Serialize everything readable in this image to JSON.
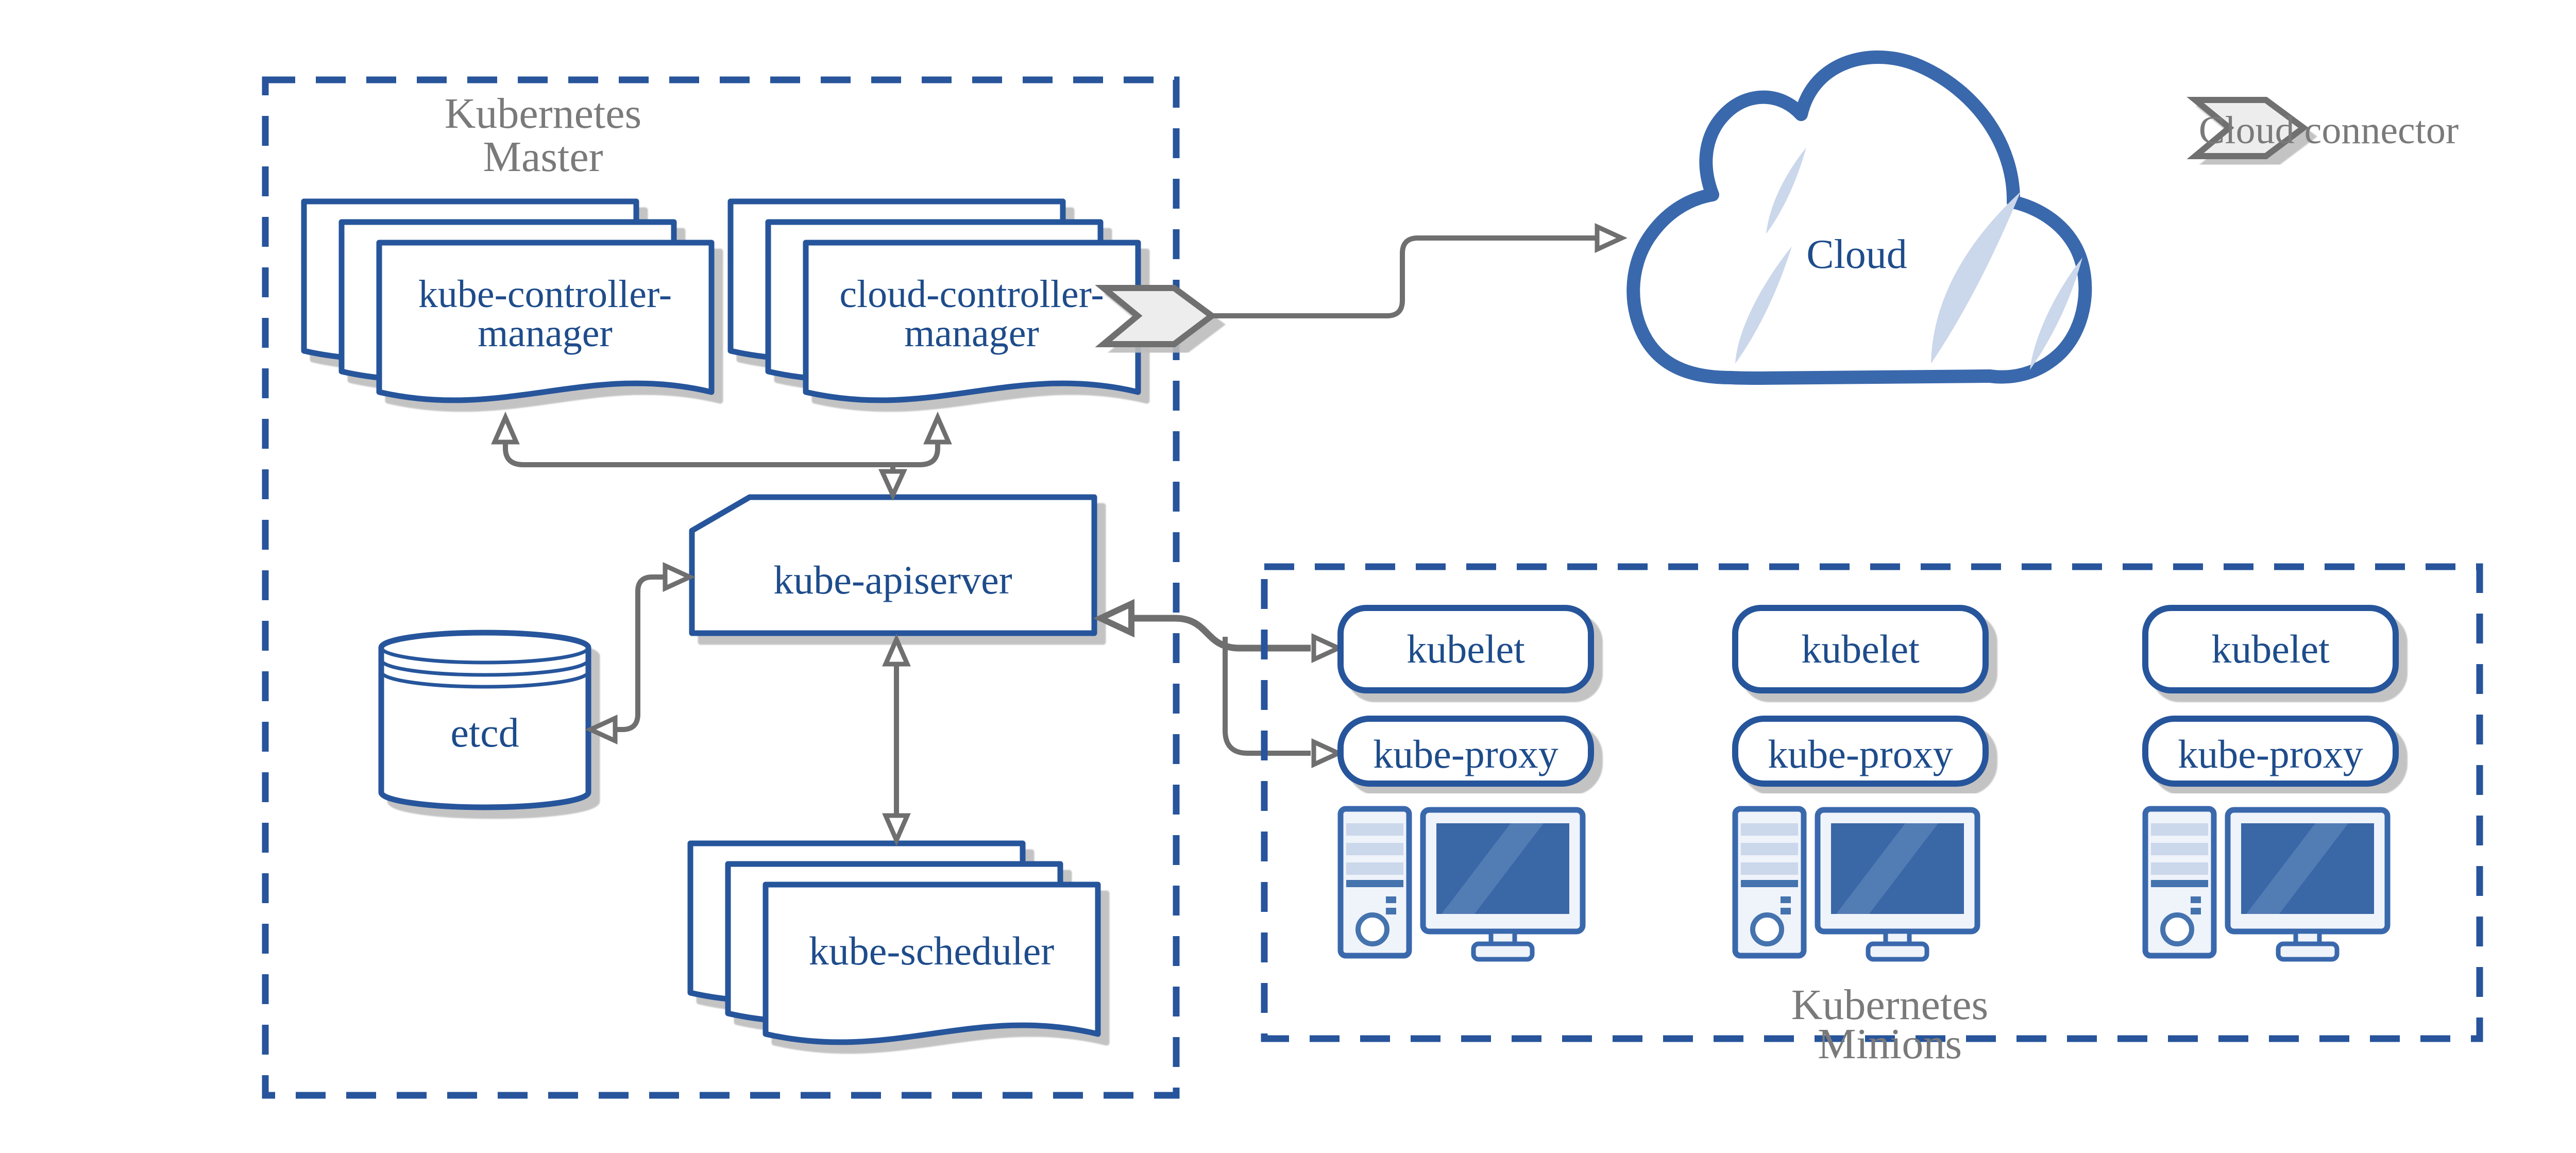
{
  "colors": {
    "stroke_blue": "#27549B",
    "text_blue": "#1E4C8B",
    "cloud_blue": "#3A68AC",
    "label_gray": "#7A7A7A",
    "arrow_gray": "#6F6F6F",
    "shadow_gray": "#BDBDBD",
    "shine_blue": "#CBD7EA",
    "panel_fill": "#EFF3FA",
    "mid_blue": "#4473AE",
    "screen_blue": "#3A67A6",
    "screen_shine": "#527CB4",
    "chevron_fill": "#EDEDED"
  },
  "master": {
    "title": {
      "line1": "Kubernetes",
      "line2": "Master"
    },
    "kube_controller_manager": {
      "line1": "kube-controller-",
      "line2": "manager",
      "icon": "document-stack-icon"
    },
    "cloud_controller_manager": {
      "line1": "cloud-controller-",
      "line2": "manager",
      "icon": "document-stack-icon"
    },
    "kube_apiserver": {
      "label": "kube-apiserver",
      "icon": "card-box-icon"
    },
    "etcd": {
      "label": "etcd",
      "icon": "database-cylinder-icon"
    },
    "kube_scheduler": {
      "label": "kube-scheduler",
      "icon": "document-stack-icon"
    }
  },
  "cloud": {
    "label": "Cloud",
    "icon": "cloud-icon"
  },
  "legend": {
    "label": "Cloud connector",
    "icon": "cloud-connector-chevron-icon"
  },
  "minions": {
    "title": {
      "line1": "Kubernetes",
      "line2": "Minions"
    },
    "nodes": [
      {
        "kubelet": "kubelet",
        "kube_proxy": "kube-proxy",
        "icon": "workstation-icon"
      },
      {
        "kubelet": "kubelet",
        "kube_proxy": "kube-proxy",
        "icon": "workstation-icon"
      },
      {
        "kubelet": "kubelet",
        "kube_proxy": "kube-proxy",
        "icon": "workstation-icon"
      }
    ]
  }
}
